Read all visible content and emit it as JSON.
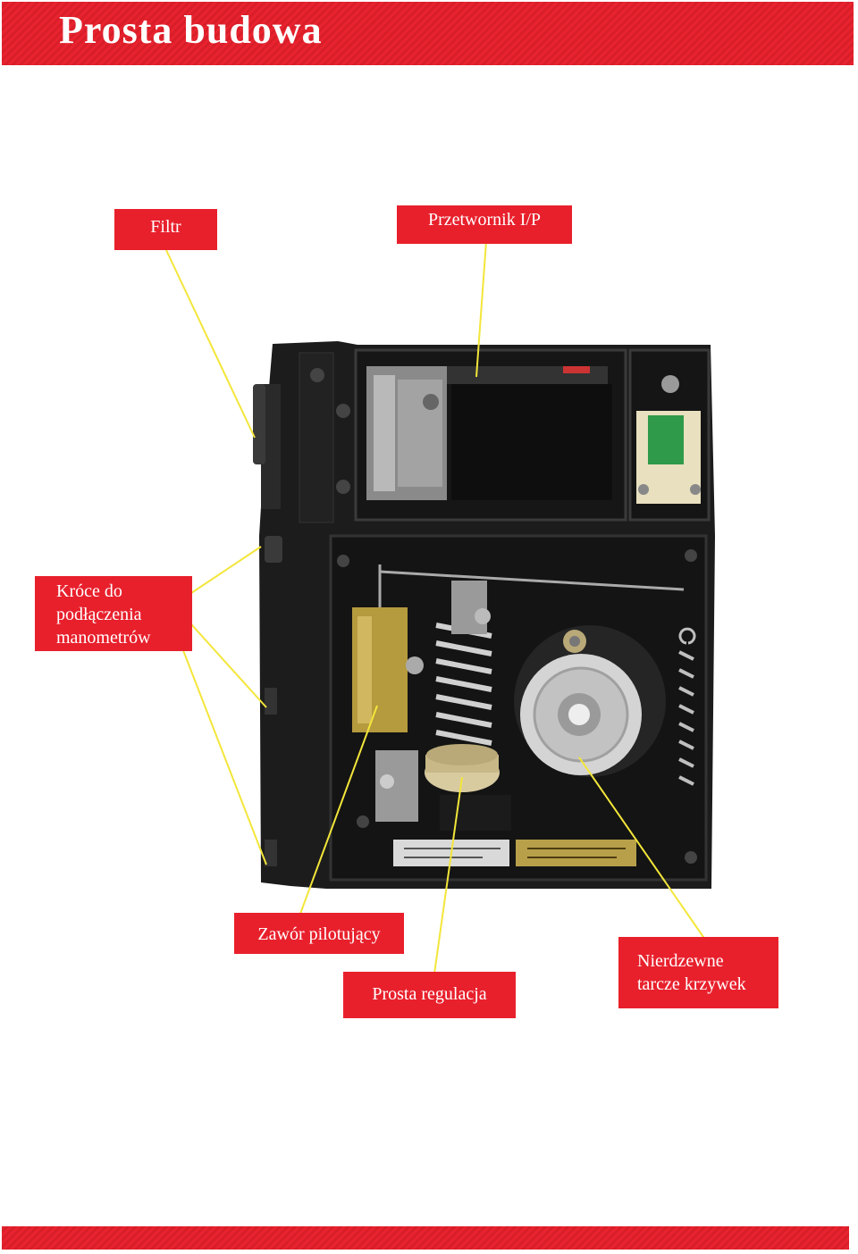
{
  "header": {
    "title": "Prosta budowa"
  },
  "callouts": {
    "filter": "Filtr",
    "ip_converter": "Przetwornik I/P",
    "gauge_ports": [
      "Króce do",
      "podłączenia",
      "manometrów"
    ],
    "pilot_valve": "Zawór pilotujący",
    "easy_adjustment": "Prosta regulacja",
    "cams": [
      "Nierdzewne",
      "tarcze krzywek"
    ]
  },
  "colors": {
    "accent": "#e8202c",
    "leader": "#f3e63a",
    "housing": "#1c1c1c"
  }
}
